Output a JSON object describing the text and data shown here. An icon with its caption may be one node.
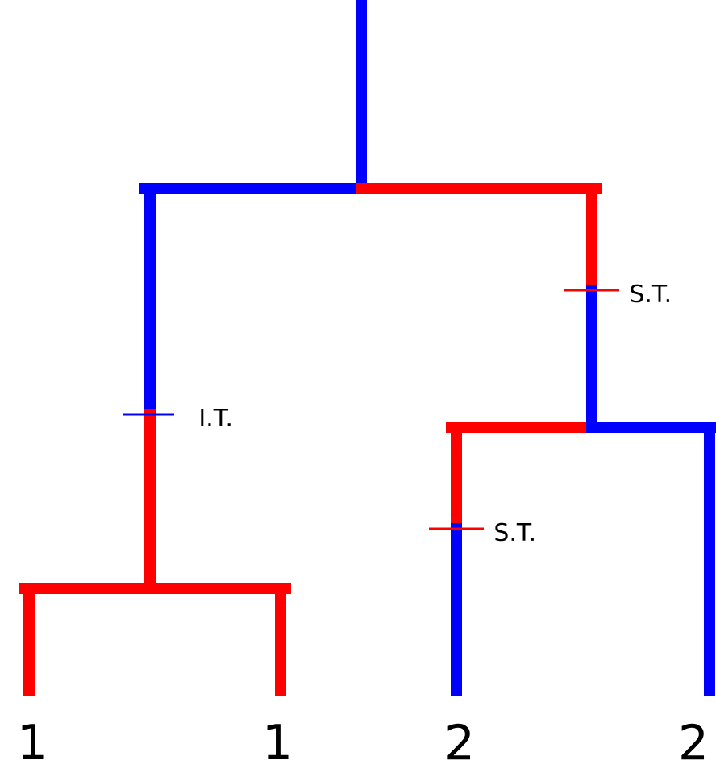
{
  "diagram": {
    "labels": [
      "S.T.",
      "I.T.",
      "S.T.",
      "1",
      "1",
      "2",
      "2"
    ]
  }
}
